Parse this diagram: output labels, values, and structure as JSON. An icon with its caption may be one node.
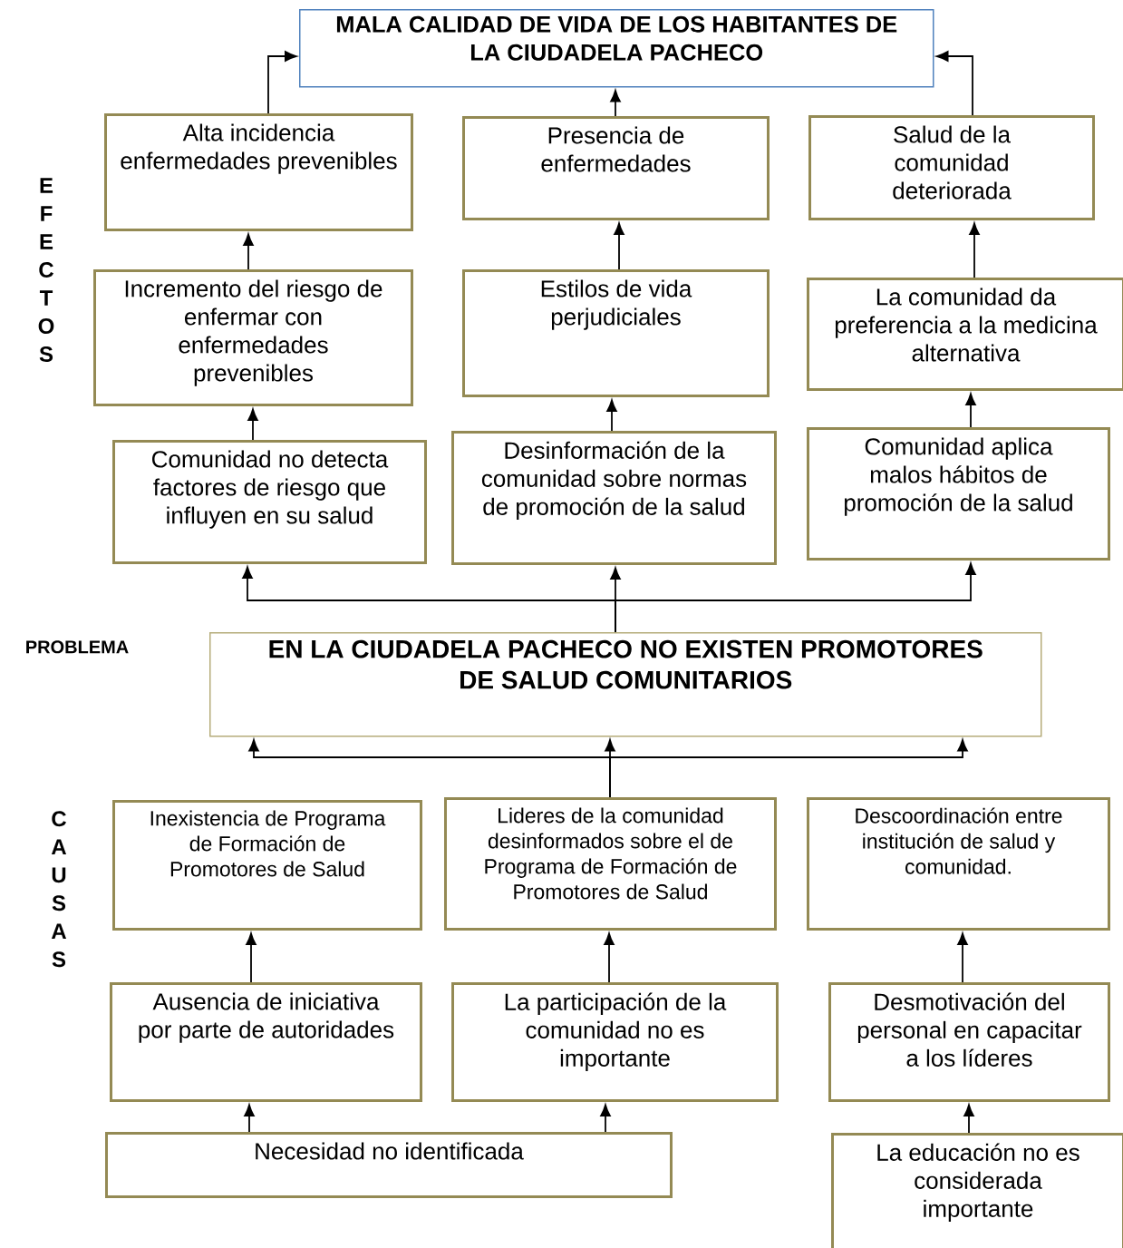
{
  "diagram": {
    "nodes": [
      {
        "text": [
          "MALA CALIDAD DE VIDA DE LOS HABITANTES DE LA CIUDADELA PACHECO"
        ]
      },
      {
        "text": [
          "Alta incidencia enfermedades prevenibles"
        ]
      },
      {
        "text": [
          "Presencia de enfermedades"
        ]
      },
      {
        "text": [
          "Salud de la comunidad deteriorada"
        ]
      },
      {
        "text": [
          "Incremento del riesgo de enfermar con enfermedades prevenibles"
        ]
      },
      {
        "text": [
          "Estilos de vida perjudiciales"
        ]
      },
      {
        "text": [
          "La comunidad da preferencia a la medicina alternativa"
        ]
      },
      {
        "text": [
          "Comunidad no detecta factores de riesgo que influyen en su salud"
        ]
      },
      {
        "text": [
          "Desinformación de la comunidad sobre normas de promoción de la salud"
        ]
      },
      {
        "text": [
          "Comunidad aplica malos hábitos de promoción de la salud"
        ]
      },
      {
        "text": [
          "EN LA CIUDADELA PACHECO NO EXISTEN PROMOTORES DE SALUD COMUNITARIOS"
        ]
      },
      {
        "text": [
          "Inexistencia de Programa de Formación de Promotores de Salud"
        ]
      },
      {
        "text": [
          "Lideres de la comunidad desinformados sobre el de Programa de Formación de Promotores de Salud"
        ]
      },
      {
        "text": [
          "Descoordinación entre institución de salud y comunidad."
        ]
      },
      {
        "text": [
          "Ausencia de iniciativa por parte de autoridades"
        ]
      },
      {
        "text": [
          "La participación de la comunidad no es importante"
        ]
      },
      {
        "text": [
          "Desmotivación del personal en capacitar a los líderes"
        ]
      },
      {
        "text": [
          "Necesidad no identificada"
        ]
      },
      {
        "text": [
          "La educación no es considerada importante"
        ]
      }
    ],
    "edges": [
      {
        "from": 1,
        "to": 0,
        "arrow": "to"
      },
      {
        "from": 2,
        "to": 0,
        "arrow": "to"
      },
      {
        "from": 3,
        "to": 0,
        "arrow": "to"
      },
      {
        "from": 4,
        "to": 1,
        "arrow": "to"
      },
      {
        "from": 5,
        "to": 2,
        "arrow": "to"
      },
      {
        "from": 6,
        "to": 3,
        "arrow": "to"
      },
      {
        "from": 7,
        "to": 4,
        "arrow": "to"
      },
      {
        "from": 8,
        "to": 5,
        "arrow": "to"
      },
      {
        "from": 9,
        "to": 6,
        "arrow": "to"
      },
      {
        "from": 10,
        "to": 7,
        "arrow": "to"
      },
      {
        "from": 10,
        "to": 8,
        "arrow": "to"
      },
      {
        "from": 10,
        "to": 9,
        "arrow": "to"
      },
      {
        "from": 12,
        "to": 10,
        "arrow": "to"
      },
      {
        "from": 14,
        "to": 11,
        "arrow": "to"
      },
      {
        "from": 15,
        "to": 12,
        "arrow": "to"
      },
      {
        "from": 16,
        "to": 13,
        "arrow": "to"
      },
      {
        "from": 17,
        "to": 14,
        "arrow": "to"
      },
      {
        "from": 17,
        "to": 15,
        "arrow": "to"
      },
      {
        "from": 18,
        "to": 16,
        "arrow": "to"
      }
    ],
    "labels": [
      "EFECTOS",
      "PROBLEMA",
      "CAUSAS"
    ]
  }
}
